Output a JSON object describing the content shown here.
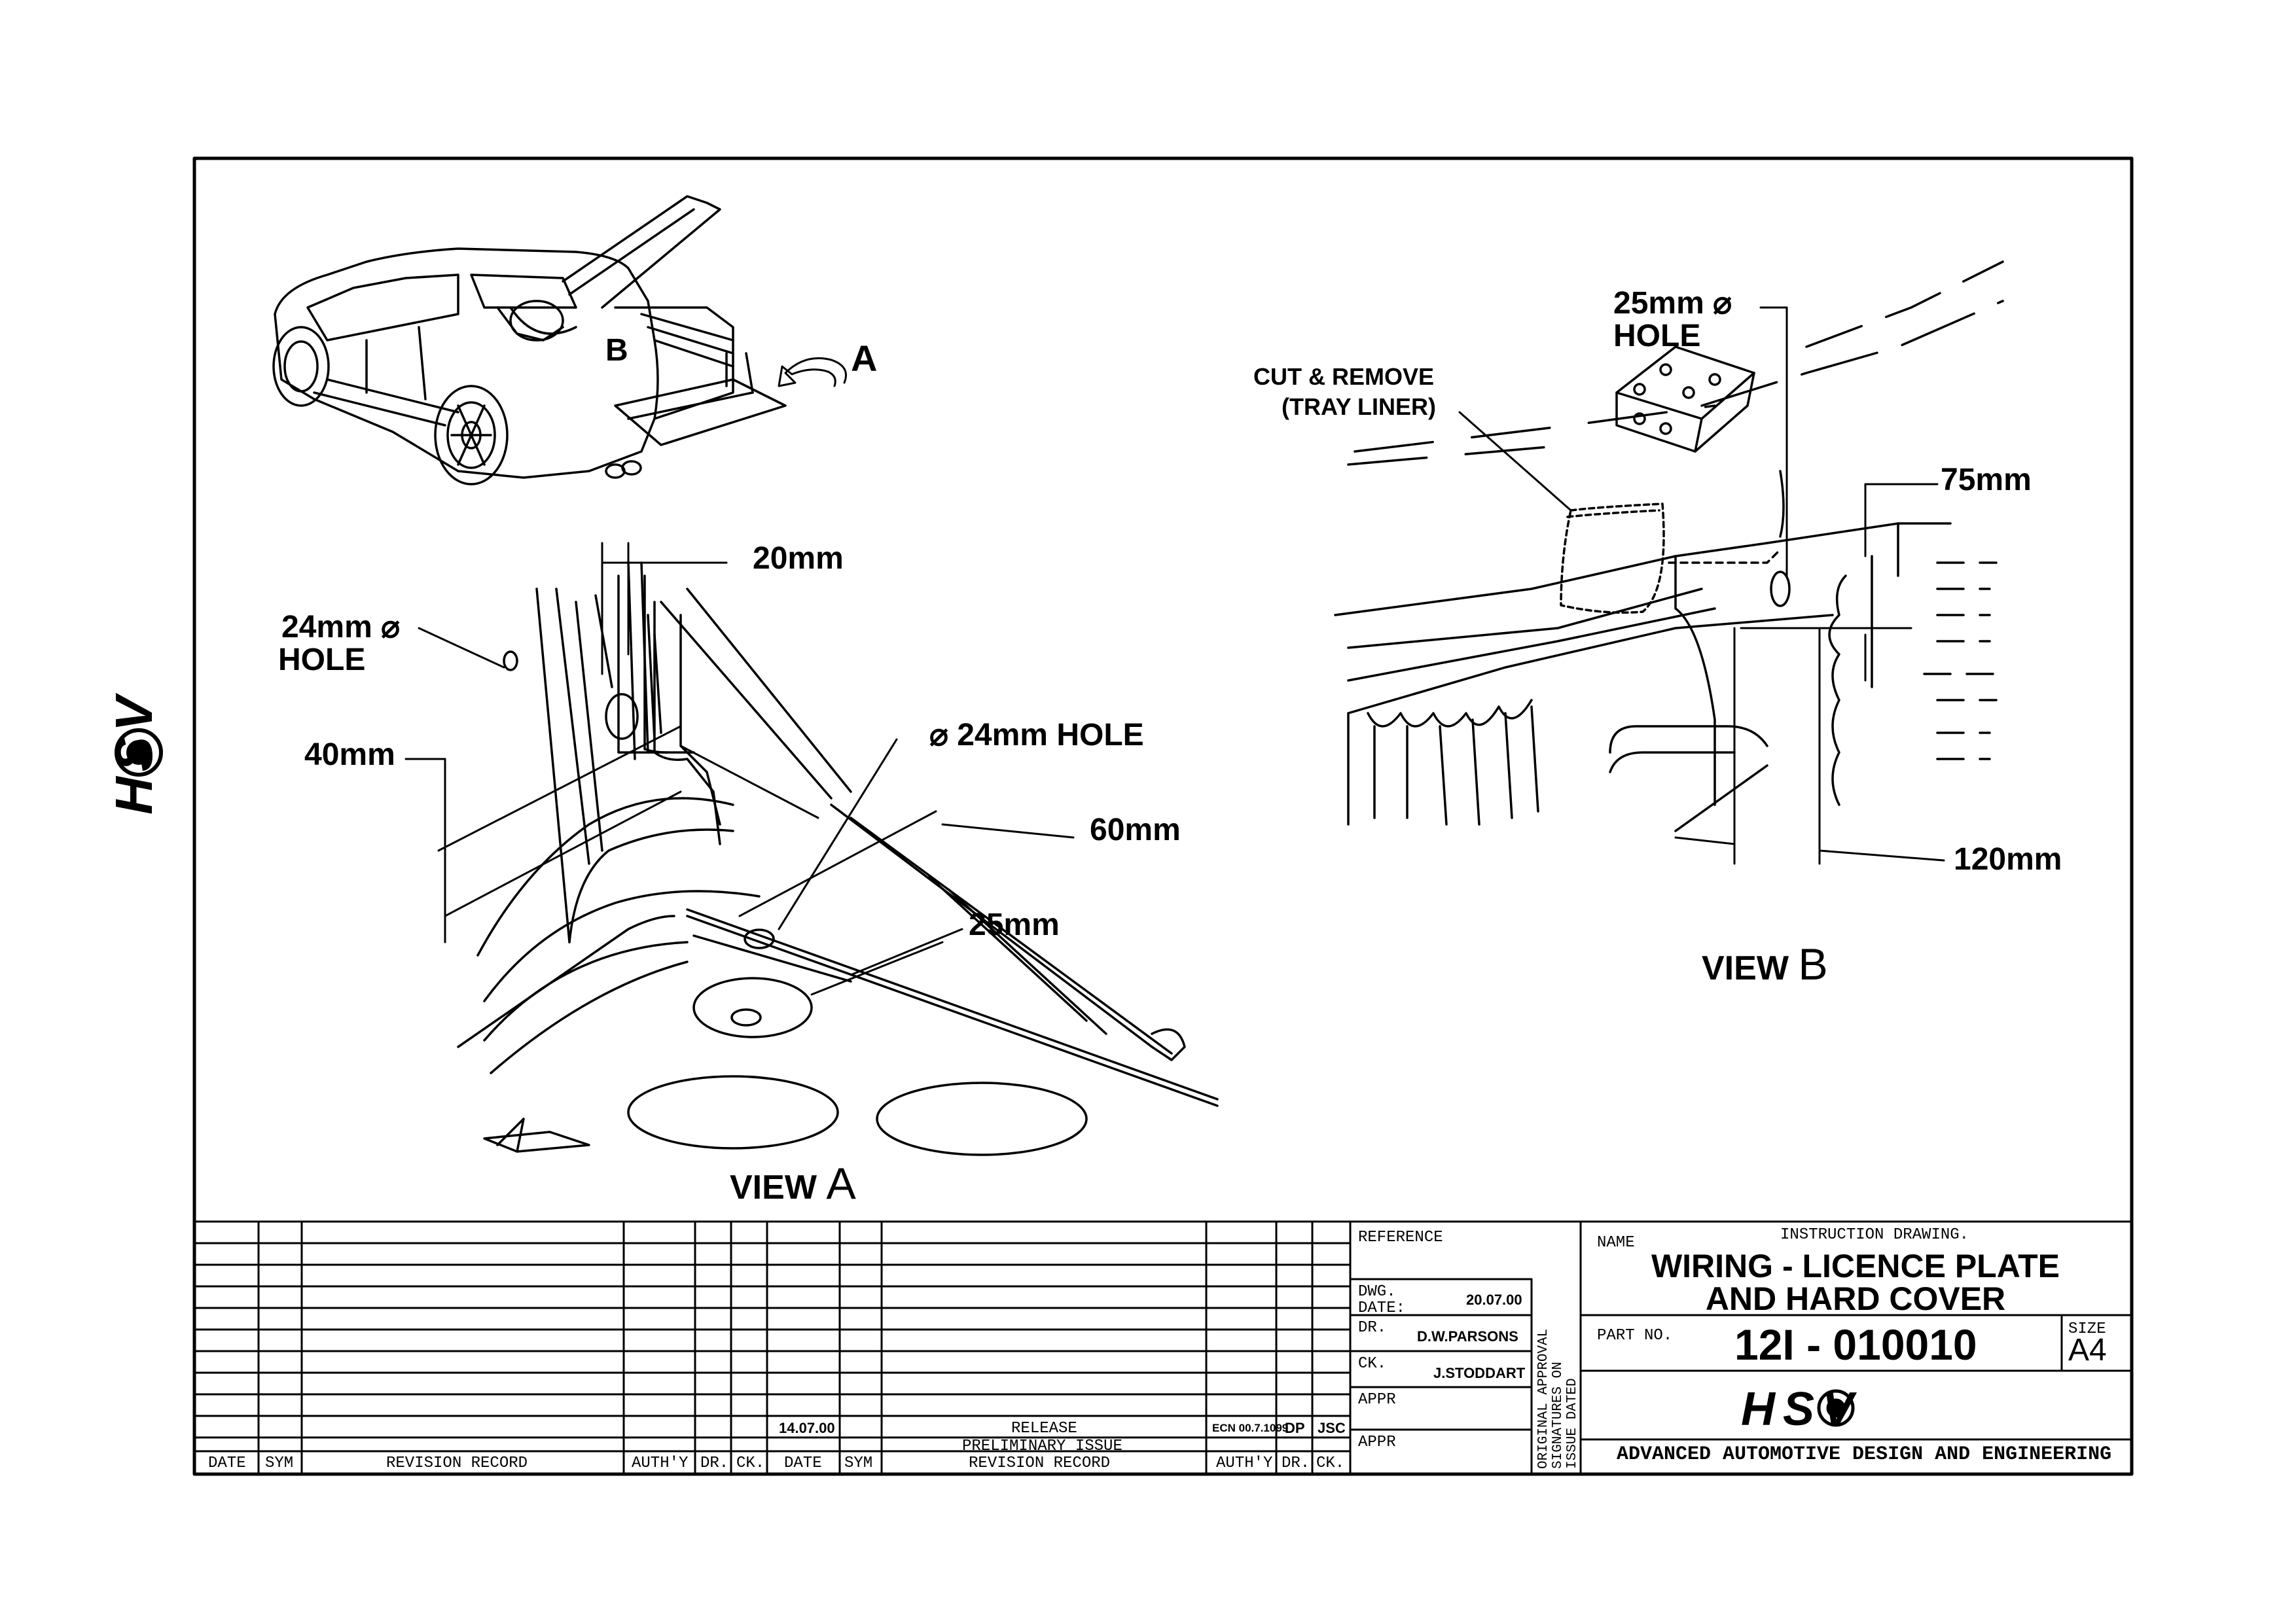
{
  "view_a": {
    "label": "VIEW",
    "letter": "A",
    "dims": {
      "d20": "20mm",
      "hole24_size": "24mm ⌀",
      "hole24_word": "HOLE",
      "d40": "40mm",
      "hole24b": "⌀ 24mm HOLE",
      "d60": "60mm",
      "d25": "25mm"
    }
  },
  "view_b": {
    "label": "VIEW",
    "letter": "B",
    "dims": {
      "hole25_size": "25mm ⌀",
      "hole25_word": "HOLE",
      "cut1": "CUT & REMOVE",
      "cut2": "(TRAY LINER)",
      "d75": "75mm",
      "d120": "120mm"
    }
  },
  "overview": {
    "marker_a": "A",
    "marker_b": "B"
  },
  "side_logo": "HSV",
  "revision_table": {
    "headers_left": [
      "DATE",
      "SYM",
      "REVISION RECORD",
      "AUTH'Y",
      "DR.",
      "CK."
    ],
    "headers_right": [
      "DATE",
      "SYM",
      "REVISION RECORD",
      "AUTH'Y",
      "DR.",
      "CK."
    ],
    "row_release": {
      "date": "14.07.00",
      "record": "RELEASE",
      "authy": "ECN 00.7.1099",
      "dr": "DP",
      "ck": "JSC"
    },
    "row_prelim": {
      "record": "PRELIMINARY ISSUE"
    }
  },
  "title_block": {
    "reference_label": "REFERENCE",
    "dwg_date_label1": "DWG.",
    "dwg_date_label2": "DATE:",
    "dwg_date": "20.07.00",
    "dr_label": "DR.",
    "dr": "D.W.PARSONS",
    "ck_label": "CK.",
    "ck": "J.STODDART",
    "appr1": "APPR",
    "appr2": "APPR",
    "approval_vertical_1": "ORIGINAL APPROVAL",
    "approval_vertical_2": "SIGNATURES ON",
    "approval_vertical_3": "ISSUE DATED",
    "name_label": "NAME",
    "drawing_type": "INSTRUCTION DRAWING.",
    "title_line1": "WIRING - LICENCE PLATE",
    "title_line2": "AND HARD COVER",
    "part_no_label": "PART NO.",
    "part_no": "12I - 010010",
    "size_label": "SIZE",
    "size": "A4",
    "logo": "HSV",
    "company": "ADVANCED AUTOMOTIVE DESIGN AND ENGINEERING"
  }
}
